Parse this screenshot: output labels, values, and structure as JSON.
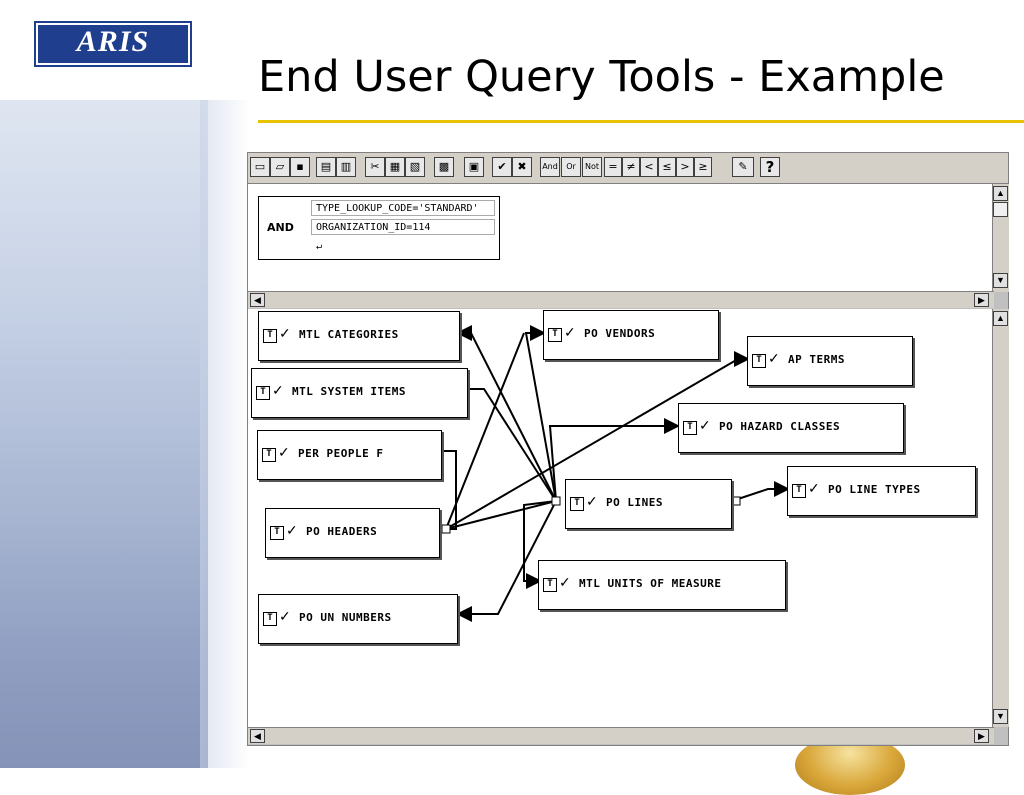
{
  "slide": {
    "logo_text": "ARIS",
    "title": "End User Query Tools - Example"
  },
  "toolbar": {
    "buttons": [
      {
        "name": "new-icon",
        "glyph": "▭"
      },
      {
        "name": "open-icon",
        "glyph": "▱"
      },
      {
        "name": "save-icon",
        "glyph": "▪"
      },
      {
        "name": "print-icon",
        "glyph": "▤"
      },
      {
        "name": "print-preview-icon",
        "glyph": "▥"
      },
      {
        "name": "cut-icon",
        "glyph": "✂"
      },
      {
        "name": "copy-icon",
        "glyph": "▦"
      },
      {
        "name": "paste-icon",
        "glyph": "▧"
      },
      {
        "name": "results-icon",
        "glyph": "▩"
      },
      {
        "name": "add-table-icon",
        "glyph": "▣"
      },
      {
        "name": "check-icon",
        "glyph": "✔"
      },
      {
        "name": "cancel-icon",
        "glyph": "✖"
      },
      {
        "name": "help-icon",
        "glyph": "?"
      }
    ],
    "operators": [
      "And",
      "Or",
      "Not",
      "=",
      "≠",
      "<",
      "≤",
      ">",
      "≥"
    ]
  },
  "where_clause": {
    "operator": "AND",
    "conditions": [
      "TYPE_LOOKUP_CODE='STANDARD'",
      "ORGANIZATION_ID=114",
      "↵"
    ]
  },
  "tables": [
    {
      "id": "mtl_categories",
      "label": "MTL CATEGORIES"
    },
    {
      "id": "mtl_system_items",
      "label": "MTL SYSTEM ITEMS"
    },
    {
      "id": "per_people_f",
      "label": "PER PEOPLE F"
    },
    {
      "id": "po_headers",
      "label": "PO HEADERS"
    },
    {
      "id": "po_un_numbers",
      "label": "PO UN NUMBERS"
    },
    {
      "id": "po_vendors",
      "label": "PO VENDORS"
    },
    {
      "id": "ap_terms",
      "label": "AP TERMS"
    },
    {
      "id": "po_hazard_classes",
      "label": "PO HAZARD CLASSES"
    },
    {
      "id": "po_lines",
      "label": "PO LINES"
    },
    {
      "id": "po_line_types",
      "label": "PO LINE TYPES"
    },
    {
      "id": "mtl_units_of_measure",
      "label": "MTL UNITS OF MEASURE"
    }
  ],
  "table_icon_letter": "T",
  "table_check": "✓"
}
